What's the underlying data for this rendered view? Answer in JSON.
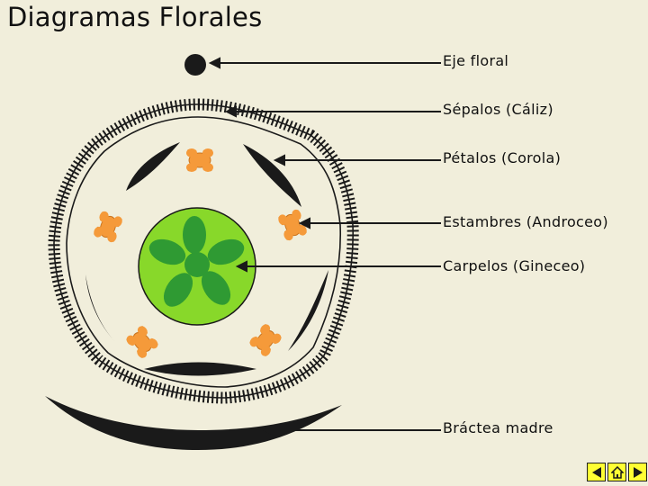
{
  "title": "Diagramas Florales",
  "labels": [
    "Eje floral",
    "Sépalos (Cáliz)",
    "Pétalos (Corola)",
    "Estambres (Androceo)",
    "Carpelos (Gineceo)",
    "Bráctea madre"
  ],
  "colors": {
    "outline": "#1a1a1a",
    "stamens": "#f59a3a",
    "gynoecium_outer": "#88d82a",
    "gynoecium_inner": "#2f9a33",
    "nav_button": "#ffff33"
  },
  "nav": {
    "buttons": [
      "previous-icon",
      "home-icon",
      "next-icon"
    ]
  }
}
